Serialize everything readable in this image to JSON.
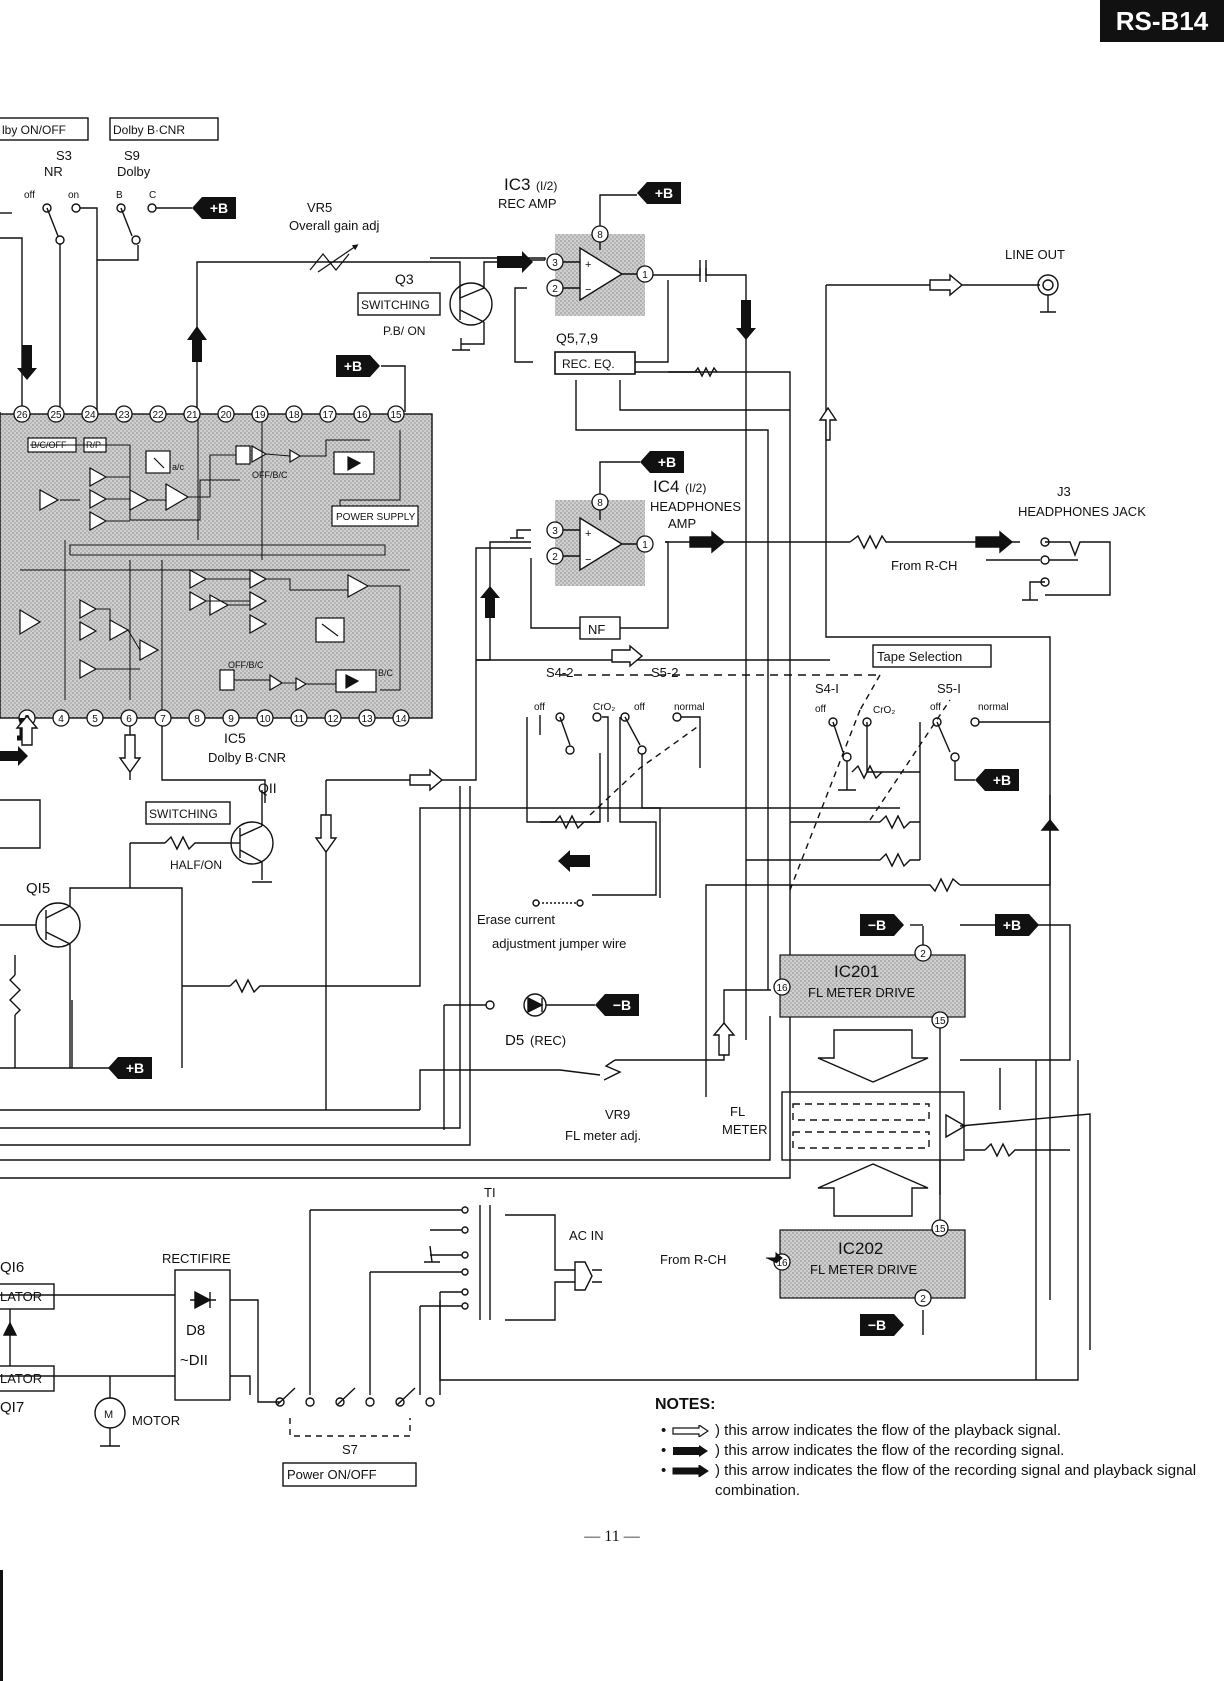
{
  "header": {
    "model": "RS-B14"
  },
  "switches": {
    "dolby_onoff_box": "lby ON/OFF",
    "dolby_bcnr_box": "Dolby B·CNR",
    "s3": "S3",
    "s3_sub": "NR",
    "s3_off": "off",
    "s3_on": "on",
    "s9": "S9",
    "s9_sub": "Dolby",
    "s9_b": "B",
    "s9_c": "C",
    "s4_2": "S4-2",
    "s5_2": "S5-2",
    "s4_1": "S4-I",
    "s5_1": "S5-I",
    "off": "off",
    "cro2": "CrO₂",
    "normal": "normal",
    "tape_selection": "Tape Selection",
    "s7": "S7",
    "power_onoff": "Power ON/OFF"
  },
  "components": {
    "vr5": "VR5",
    "vr5_desc": "Overall gain adj",
    "q3": "Q3",
    "q3_box": "SWITCHING",
    "q3_desc": "P.B/ ON",
    "ic3": "IC3",
    "ic3_half": "(I/2)",
    "ic3_desc": "REC AMP",
    "q579": "Q5,7,9",
    "rec_eq": "REC. EQ.",
    "line_out": "LINE OUT",
    "ic4": "IC4",
    "ic4_half": "(I/2)",
    "ic4_desc1": "HEADPHONES",
    "ic4_desc2": "AMP",
    "nf": "NF",
    "j3": "J3",
    "j3_desc": "HEADPHONES JACK",
    "from_rch": "From R-CH",
    "ic5": "IC5",
    "ic5_desc": "Dolby B·CNR",
    "power_supply": "POWER SUPPLY",
    "bc_off": "B/C/OFF",
    "rp": "R/P",
    "offbc": "OFF/B/C",
    "bc": "B/C",
    "ac": "a/c",
    "q11": "QII",
    "q11_box": "SWITCHING",
    "q11_desc": "HALF/ON",
    "q15": "QI5",
    "erase1": "Erase current",
    "erase2": "adjustment jumper wire",
    "d5": "D5",
    "d5_desc": "(REC)",
    "ic201": "IC201",
    "ic201_desc": "FL METER DRIVE",
    "fl": "FL",
    "meter": "METER",
    "vr9": "VR9",
    "vr9_desc": "FL meter adj.",
    "ic202": "IC202",
    "ic202_desc": "FL METER DRIVE",
    "t1": "TI",
    "ac_in": "AC IN",
    "rectifire": "RECTIFIRE",
    "d8": "D8",
    "d11": "~DII",
    "q16": "QI6",
    "q17": "QI7",
    "lator": "LATOR",
    "motor": "MOTOR",
    "m": "M",
    "plus_b": "+B",
    "minus_b": "−B"
  },
  "pins": {
    "ic5_top": [
      "26",
      "25",
      "24",
      "23",
      "22",
      "21",
      "20",
      "19",
      "18",
      "17",
      "16",
      "15"
    ],
    "ic5_bottom": [
      "3",
      "4",
      "5",
      "6",
      "7",
      "8",
      "9",
      "10",
      "11",
      "12",
      "13",
      "14"
    ],
    "opamp": [
      "8",
      "3",
      "2",
      "1"
    ],
    "ic201": [
      "2",
      "16",
      "15"
    ],
    "ic202": [
      "15",
      "16",
      "2"
    ]
  },
  "notes": {
    "title": "NOTES:",
    "bullet": "•",
    "items": [
      ") this arrow indicates the flow of the playback signal.",
      ") this arrow indicates the flow of the recording signal.",
      ") this arrow indicates the flow of the recording signal and playback signal combination."
    ],
    "open_paren": "("
  },
  "page_number": "— 11 —"
}
